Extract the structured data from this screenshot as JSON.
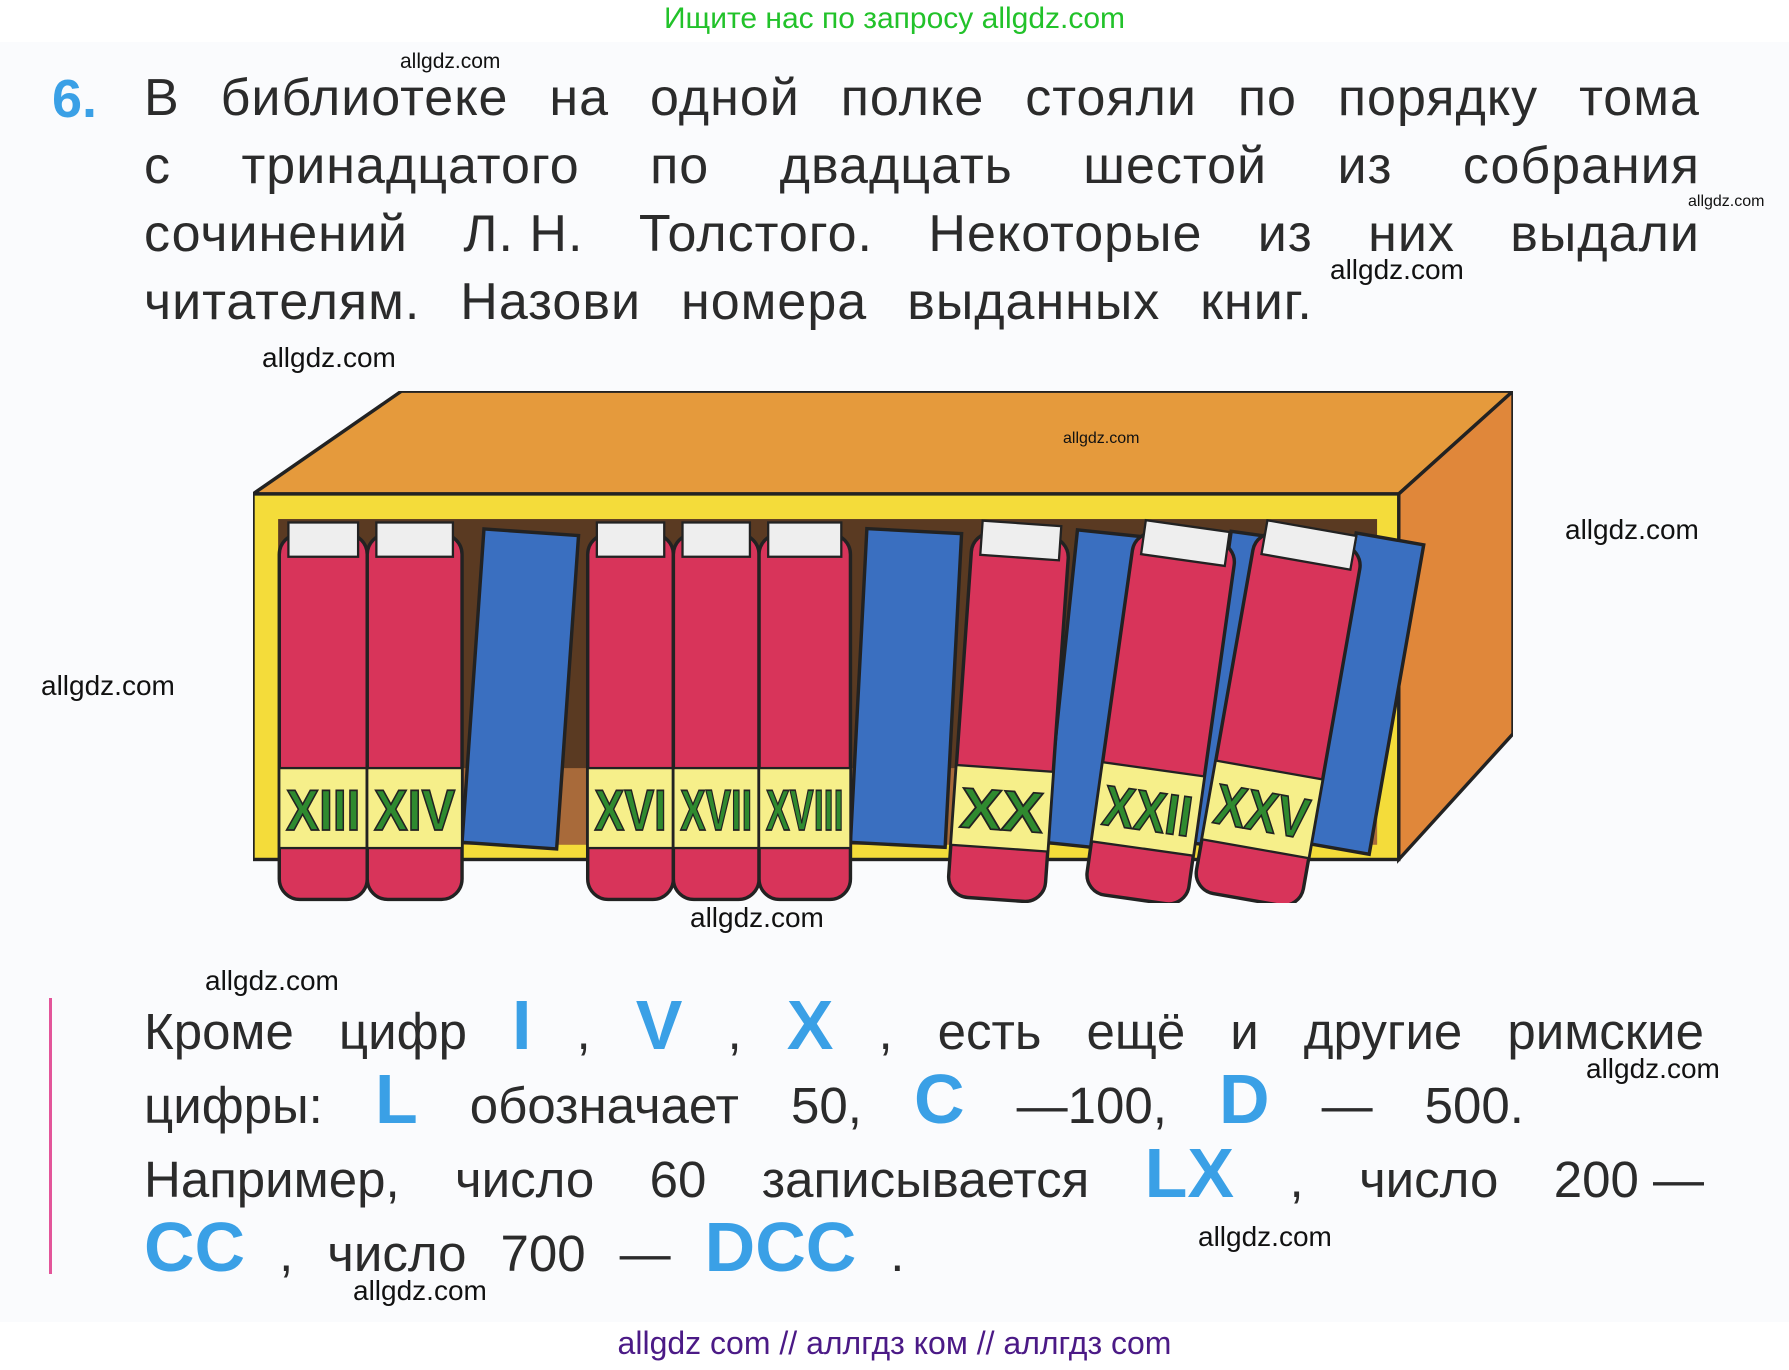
{
  "header": {
    "banner": "Ищите нас по запросу allgdz.com"
  },
  "task": {
    "number": "6.",
    "lines": [
      [
        "В",
        "библиотеке",
        "на",
        "одной",
        "полке",
        "стояли",
        "по",
        "порядку",
        "тома"
      ],
      [
        "с",
        "тринадцатого",
        "по",
        "двадцать",
        "шестой",
        "из",
        "собрания"
      ],
      [
        "сочинений",
        "Л. Н.",
        "Толстого.",
        "Некоторые",
        "из",
        "них",
        "выдали"
      ],
      [
        "читателям.",
        "Назови",
        "номера",
        "выданных",
        "книг."
      ]
    ]
  },
  "bookshelf": {
    "book_labels": [
      "XIII",
      "XIV",
      "XVI",
      "XVII",
      "XVIII",
      "XX",
      "XXII",
      "XXV"
    ],
    "colors": {
      "shelf": "#e59a3c",
      "frame": "#f4dc3a",
      "red_book": "#d8345a",
      "blue_book": "#3a6fc0",
      "band": "#f6ef8a",
      "label": "#2f8a2f"
    }
  },
  "info": {
    "line1": {
      "a": "Кроме",
      "b": "цифр",
      "n1": "I",
      ",1": ",",
      "n2": "V",
      ",2": ",",
      "n3": "X",
      ",3": ",",
      "c": "есть",
      "d": "ещё",
      "e": "и",
      "f": "другие",
      "g": "римские"
    },
    "line2": {
      "a": "цифры:",
      "n1": "L",
      "b": "обозначает",
      "c": "50,",
      "n2": "C",
      "d": "—100,",
      "n3": "D",
      "e": "—",
      "f": "500."
    },
    "line3": {
      "a": "Например,",
      "b": "число",
      "c": "60",
      "d": "записывается",
      "n1": "LX",
      "e": ",",
      "f": "число",
      "g": "200 —"
    },
    "line4": {
      "n1": "CC",
      "a": ",",
      "b": "число",
      "c": "700",
      "d": "—",
      "n2": "DCC",
      "e": "."
    }
  },
  "watermarks": [
    "allgdz.com",
    "allgdz.com",
    "allgdz.com",
    "allgdz.com",
    "allgdz.com",
    "allgdz.com",
    "allgdz.com",
    "allgdz.com",
    "allgdz.com",
    "allgdz.com",
    "allgdz.com",
    "allgdz.com"
  ],
  "footer": {
    "text": "allgdz com  //  аллгдз ком  //  аллгдз com"
  }
}
